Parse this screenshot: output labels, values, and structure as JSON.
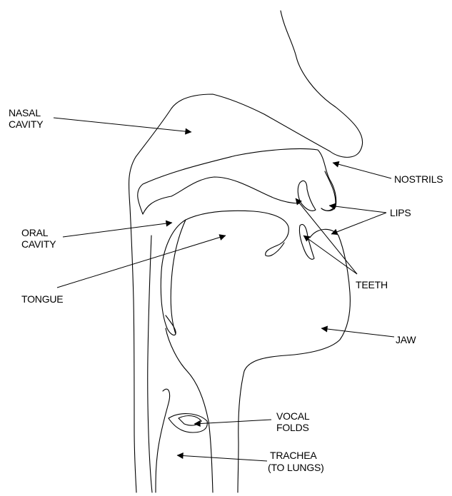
{
  "diagram": {
    "labels": {
      "nasal_cavity": [
        "NASAL",
        "CAVITY"
      ],
      "nostrils": [
        "NOSTRILS"
      ],
      "lips": [
        "LIPS"
      ],
      "oral_cavity": [
        "ORAL",
        "CAVITY"
      ],
      "teeth": [
        "TEETH"
      ],
      "tongue": [
        "TONGUE"
      ],
      "jaw": [
        "JAW"
      ],
      "vocal_folds": [
        "VOCAL",
        "FOLDS"
      ],
      "trachea": [
        "TRACHEA",
        "(TO LUNGS)"
      ]
    }
  }
}
